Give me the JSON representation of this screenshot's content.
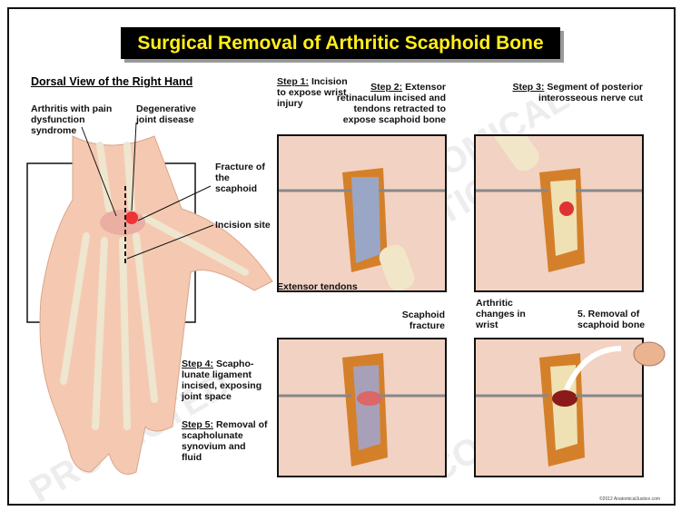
{
  "title": "Surgical Removal of Arthritic Scaphoid Bone",
  "heading": "Dorsal View of the Right Hand",
  "hand_labels": {
    "arthritis": "Arthritis with pain dysfunction syndrome",
    "degenerative": "Degenerative joint disease",
    "fracture": "Fracture of the scaphoid",
    "incision": "Incision site"
  },
  "steps": {
    "s1_head": "Step 1:",
    "s1_text": "Incision to expose wrist injury",
    "s2_head": "Step 2:",
    "s2_text": "Extensor retinaculum incised and tendons retracted to expose scaphoid bone",
    "s3_head": "Step 3:",
    "s3_text": "Segment of posterior interosseous nerve cut",
    "s4_head": "Step 4:",
    "s4_text": "Scapho-lunate ligament incised, exposing joint space",
    "s5_head": "Step 5:",
    "s5_text": "Removal of scapholunate synovium and fluid",
    "extensor": "Extensor tendons",
    "scaphoid_fracture": "Scaphoid fracture",
    "arthritic": "Arthritic changes in wrist",
    "removal": "5. Removal of scaphoid bone"
  },
  "watermark": {
    "text1": "ANATOMICAL JUSTICE",
    "text2": "PROTECTED",
    "text3": "COPYRIGHT"
  },
  "copyright": "©2012 AnatomicalJustice.com"
}
